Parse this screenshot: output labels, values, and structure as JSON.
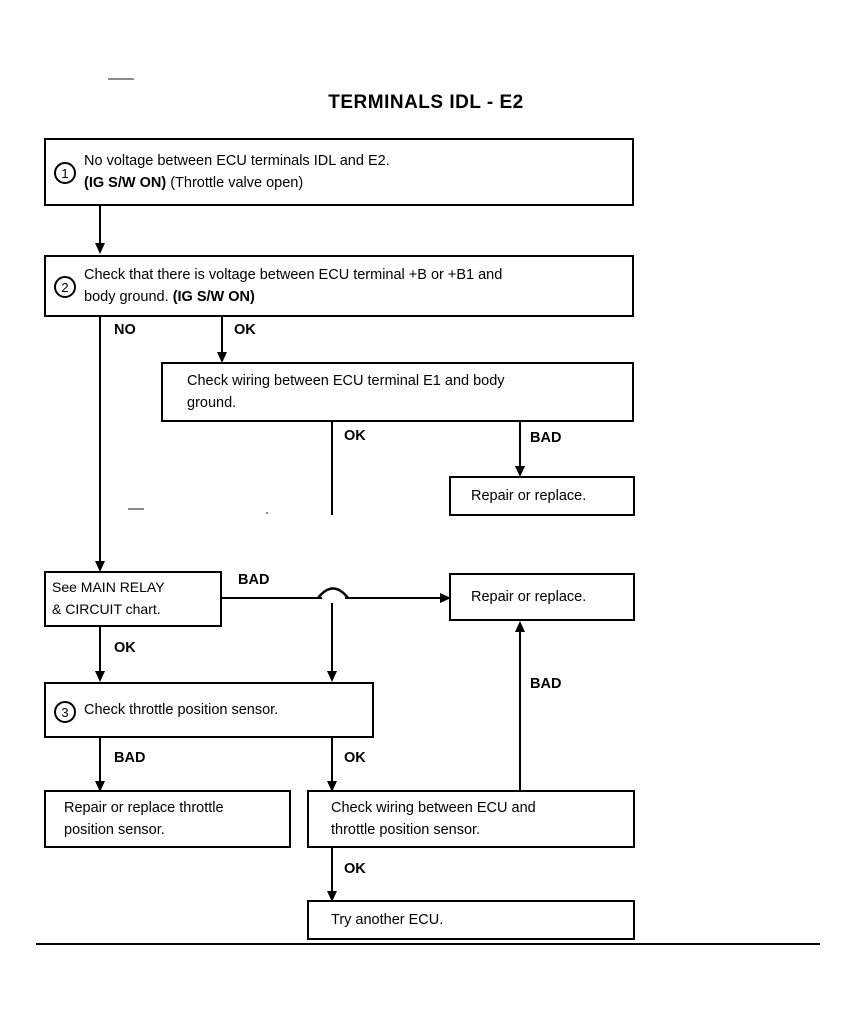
{
  "page": {
    "title": "TERMINALS IDL - E2",
    "background": "#ffffff",
    "ink": "#000000"
  },
  "nodes": {
    "n1": {
      "step": "1",
      "line1": "No voltage between ECU terminals IDL and E2.",
      "line2_bold": "(IG S/W ON)",
      "line2_rest": " (Throttle valve open)"
    },
    "n2": {
      "step": "2",
      "line1": "Check that there is voltage between ECU terminal +B or +B1 and",
      "line2_rest": "body ground. ",
      "line2_bold": "(IG S/W ON)"
    },
    "n3": {
      "line1": "Check wiring between ECU terminal E1 and body",
      "line2": "ground."
    },
    "n4": {
      "line1": "Repair or replace."
    },
    "n5": {
      "line1": "See MAIN RELAY",
      "line2": "& CIRCUIT chart."
    },
    "n6": {
      "line1": "Repair or replace."
    },
    "n7": {
      "step": "3",
      "line1": "Check throttle position sensor."
    },
    "n8": {
      "line1": "Repair or replace throttle",
      "line2": "position sensor."
    },
    "n9": {
      "line1": "Check wiring between ECU and",
      "line2": "throttle position sensor."
    },
    "n10": {
      "line1": "Try another ECU."
    }
  },
  "edge_labels": {
    "e_no": "NO",
    "e_ok_top": "OK",
    "e_ok_e1": "OK",
    "e_bad_e1": "BAD",
    "e_bad_relay": "BAD",
    "e_ok_relay": "OK",
    "e_bad_tps": "BAD",
    "e_ok_tps": "OK",
    "e_bad_wiring": "BAD",
    "e_ok_wiring": "OK"
  }
}
